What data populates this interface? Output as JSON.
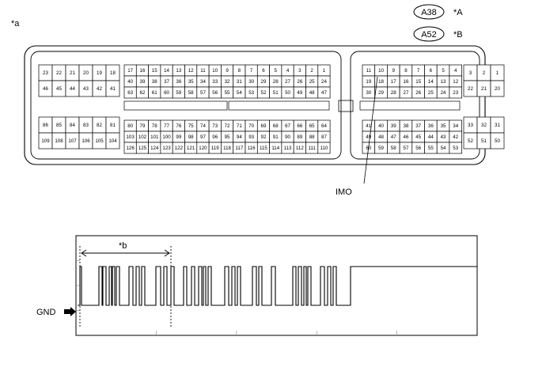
{
  "label_a": "*a",
  "label_b": "*b",
  "imo_label": "IMO",
  "gnd_label": "GND",
  "legend": [
    {
      "code": "A38",
      "mark": "*A"
    },
    {
      "code": "A52",
      "mark": "*B"
    }
  ],
  "connector": {
    "left_small": {
      "rows": [
        [
          "23",
          "22",
          "21",
          "20",
          "19",
          "18"
        ],
        [
          "46",
          "45",
          "44",
          "43",
          "42",
          "41"
        ]
      ],
      "rows_bottom": [
        [
          "86",
          "85",
          "84",
          "83",
          "82",
          "81"
        ],
        [
          "109",
          "108",
          "107",
          "106",
          "105",
          "104"
        ]
      ]
    },
    "left_big": {
      "rows_top": [
        [
          "17",
          "16",
          "15",
          "14",
          "13",
          "12",
          "11",
          "10",
          "9",
          "8",
          "7",
          "6",
          "5",
          "4",
          "3",
          "2",
          "1"
        ],
        [
          "40",
          "39",
          "38",
          "37",
          "36",
          "35",
          "34",
          "33",
          "32",
          "31",
          "30",
          "29",
          "28",
          "27",
          "26",
          "25",
          "24"
        ],
        [
          "63",
          "62",
          "61",
          "60",
          "59",
          "58",
          "57",
          "56",
          "55",
          "54",
          "53",
          "52",
          "51",
          "50",
          "49",
          "48",
          "47"
        ]
      ],
      "rows_bottom": [
        [
          "80",
          "79",
          "78",
          "77",
          "76",
          "75",
          "74",
          "73",
          "72",
          "71",
          "70",
          "69",
          "68",
          "67",
          "66",
          "65",
          "64"
        ],
        [
          "103",
          "102",
          "101",
          "100",
          "99",
          "98",
          "97",
          "96",
          "95",
          "94",
          "93",
          "92",
          "91",
          "90",
          "89",
          "88",
          "87"
        ],
        [
          "126",
          "125",
          "124",
          "123",
          "122",
          "121",
          "120",
          "119",
          "118",
          "117",
          "116",
          "115",
          "114",
          "113",
          "112",
          "111",
          "110"
        ]
      ]
    },
    "right_big": {
      "rows_top": [
        [
          "11",
          "10",
          "9",
          "8",
          "7",
          "6",
          "5",
          "4"
        ],
        [
          "19",
          "18",
          "17",
          "16",
          "15",
          "14",
          "13",
          "12"
        ],
        [
          "30",
          "29",
          "28",
          "27",
          "26",
          "25",
          "24",
          "23"
        ]
      ],
      "rows_bottom": [
        [
          "41",
          "40",
          "39",
          "38",
          "37",
          "36",
          "35",
          "34"
        ],
        [
          "49",
          "48",
          "47",
          "46",
          "45",
          "44",
          "43",
          "42"
        ],
        [
          "60",
          "59",
          "58",
          "57",
          "56",
          "55",
          "54",
          "53"
        ]
      ]
    },
    "right_small": {
      "rows_top": [
        [
          "3",
          "2",
          "1"
        ],
        [
          "22",
          "21",
          "20"
        ]
      ],
      "rows_bottom": [
        [
          "33",
          "32",
          "31"
        ],
        [
          "52",
          "51",
          "50"
        ]
      ]
    }
  }
}
